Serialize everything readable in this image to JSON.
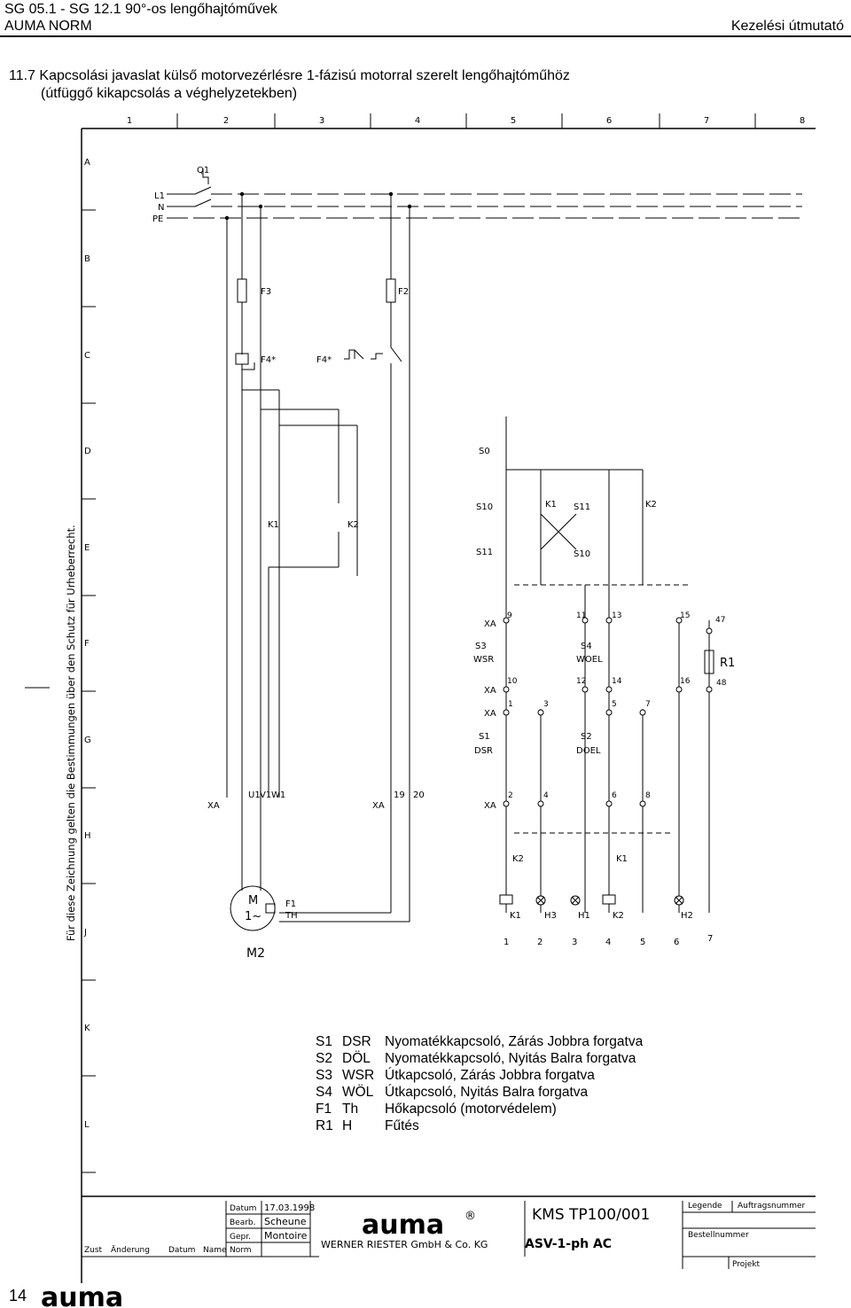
{
  "header": {
    "left_line1": "SG 05.1 - SG 12.1  90°-os lengőhajtóművek",
    "left_line2": "AUMA NORM",
    "right": "Kezelési útmutató"
  },
  "title": {
    "line1": "11.7 Kapcsolási javaslat külső motorvezérlésre 1-fázisú motorral szerelt lengőhajtóműhöz",
    "line2": "(útfüggő kikapcsolás a véghelyzetekben)"
  },
  "grid": {
    "columns": [
      "1",
      "2",
      "3",
      "4",
      "5",
      "6",
      "7",
      "8"
    ],
    "rows": [
      "A",
      "B",
      "C",
      "D",
      "E",
      "F",
      "G",
      "H",
      "J",
      "K",
      "L"
    ]
  },
  "side_text": "Für diese Zeichnung gelten die Bestimmungen über den Schutz für Urheberrecht.",
  "diagram": {
    "supply": [
      "L1",
      "N",
      "PE"
    ],
    "q1": "Q1",
    "f3": "F3",
    "f2": "F2",
    "f4a": "F4*",
    "f4b": "F4*",
    "k1": "K1",
    "k2": "K2",
    "xa": "XA",
    "terminals": [
      "U1",
      "V1",
      "W1"
    ],
    "t19": "19",
    "t20": "20",
    "motor_m": "M",
    "motor_phase": "1~",
    "motor_name": "M2",
    "f1": "F1",
    "th": "TH",
    "s0": "S0",
    "s10": "S10",
    "s11": "S11",
    "s3": "S3",
    "wsr": "WSR",
    "s4": "S4",
    "woel": "WOEL",
    "s1": "S1",
    "dsr": "DSR",
    "s2": "S2",
    "doel": "DOEL",
    "r1": "R1",
    "n47": "47",
    "n48": "48",
    "h3": "H3",
    "h1": "H1",
    "h2": "H2",
    "nums": [
      "1",
      "2",
      "3",
      "4",
      "5",
      "6",
      "7",
      "8",
      "9",
      "10",
      "11",
      "12",
      "13",
      "14",
      "15",
      "16"
    ],
    "bottom_nums": [
      "1",
      "2",
      "3",
      "4",
      "5",
      "6",
      "7"
    ]
  },
  "legend": [
    {
      "code": "S1",
      "abbr": "DSR",
      "desc": "Nyomatékkapcsoló, Zárás Jobbra forgatva"
    },
    {
      "code": "S2",
      "abbr": "DÖL",
      "desc": "Nyomatékkapcsoló, Nyitás Balra forgatva"
    },
    {
      "code": "S3",
      "abbr": "WSR",
      "desc": "Útkapcsoló, Zárás Jobbra forgatva"
    },
    {
      "code": "S4",
      "abbr": "WÖL",
      "desc": "Útkapcsoló, Nyitás Balra forgatva"
    },
    {
      "code": "F1",
      "abbr": "Th",
      "desc": "Hőkapcsoló (motorvédelem)"
    },
    {
      "code": "R1",
      "abbr": "H",
      "desc": "Fűtés"
    }
  ],
  "title_block": {
    "zust": "Zust",
    "aenderung": "Änderung",
    "datum": "Datum",
    "name": "Name",
    "datum_label": "Datum",
    "datum_value": "17.03.1998",
    "bearb_label": "Bearb.",
    "bearb_value": "Scheune",
    "gepr_label": "Gepr.",
    "gepr_value": "Montoire",
    "norm_label": "Norm",
    "brand": "auma",
    "registered": "®",
    "company": "WERNER RIESTER GmbH & Co. KG",
    "drawing_no": "KMS TP100/001",
    "drawing_name": "ASV-1-ph AC",
    "legende": "Legende",
    "auftrag": "Auftragsnummer",
    "bestell": "Bestellnummer",
    "projekt": "Projekt"
  },
  "footer": {
    "page": "14",
    "brand": "auma"
  }
}
